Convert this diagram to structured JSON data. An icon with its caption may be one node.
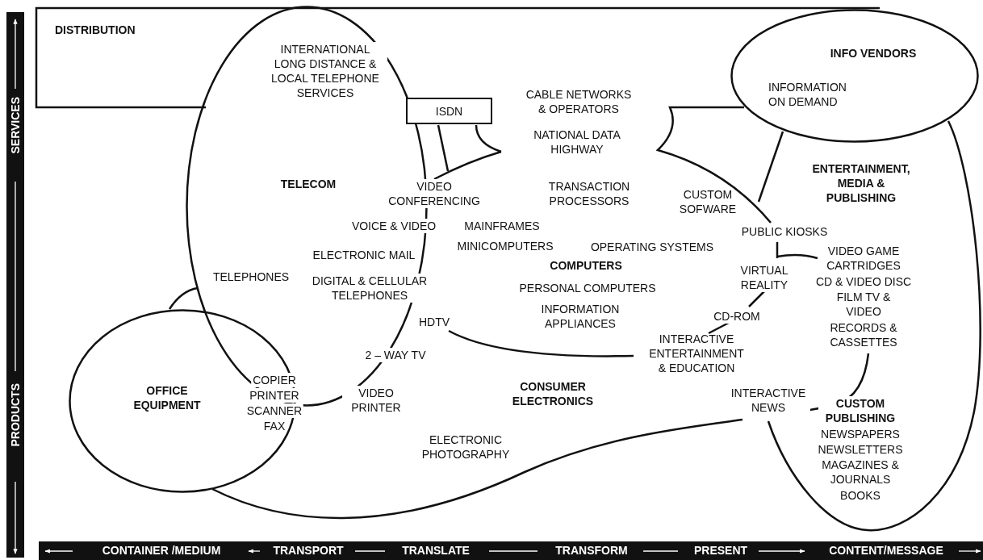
{
  "diagram": {
    "nodes": [
      {
        "text": [
          "DISTRIBUTION"
        ]
      },
      {
        "text": [
          "TELECOM"
        ]
      },
      {
        "text": [
          "ISDN"
        ]
      },
      {
        "text": [
          "INFO VENDORS",
          "INFORMATION ON DEMAND"
        ]
      },
      {
        "text": [
          "ENTERTAINMENT, MEDIA & PUBLISHING"
        ]
      },
      {
        "text": [
          "OFFICE EQUIPMENT"
        ]
      }
    ],
    "labels": [
      "INTERNATIONAL LONG DISTANCE & LOCAL TELEPHONE SERVICES",
      "CABLE NETWORKS & OPERATORS",
      "NATIONAL DATA HIGHWAY",
      "VIDEO CONFERENCING",
      "TRANSACTION PROCESSORS",
      "CUSTOM SOFWARE",
      "VOICE & VIDEO",
      "MAINFRAMES",
      "PUBLIC KIOSKS",
      "MINICOMPUTERS",
      "OPERATING SYSTEMS",
      "ELECTRONIC MAIL",
      "VIDEO GAME CARTRIDGES",
      "CD & VIDEO DISC",
      "FILM TV & VIDEO",
      "RECORDS & CASSETTES",
      "TELEPHONES",
      "COMPUTERS",
      "VIRTUAL REALITY",
      "DIGITAL & CELLULAR TELEPHONES",
      "PERSONAL COMPUTERS",
      "HDTV",
      "INFORMATION APPLIANCES",
      "CD-ROM",
      "INTERACTIVE ENTERTAINMENT & EDUCATION",
      "2 – WAY TV",
      "COPIER",
      "PRINTER",
      "SCANNER",
      "FAX",
      "VIDEO PRINTER",
      "CONSUMER ELECTRONICS",
      "INTERACTIVE NEWS",
      "CUSTOM PUBLISHING",
      "NEWSPAPERS",
      "NEWSLETTERS",
      "MAGAZINES & JOURNALS",
      "BOOKS",
      "ELECTRONIC PHOTOGRAPHY",
      "SERVICES",
      "PRODUCTS",
      "CONTAINER /MEDIUM",
      "TRANSPORT",
      "TRANSLATE",
      "TRANSFORM",
      "PRESENT",
      "CONTENT/MESSAGE"
    ]
  }
}
